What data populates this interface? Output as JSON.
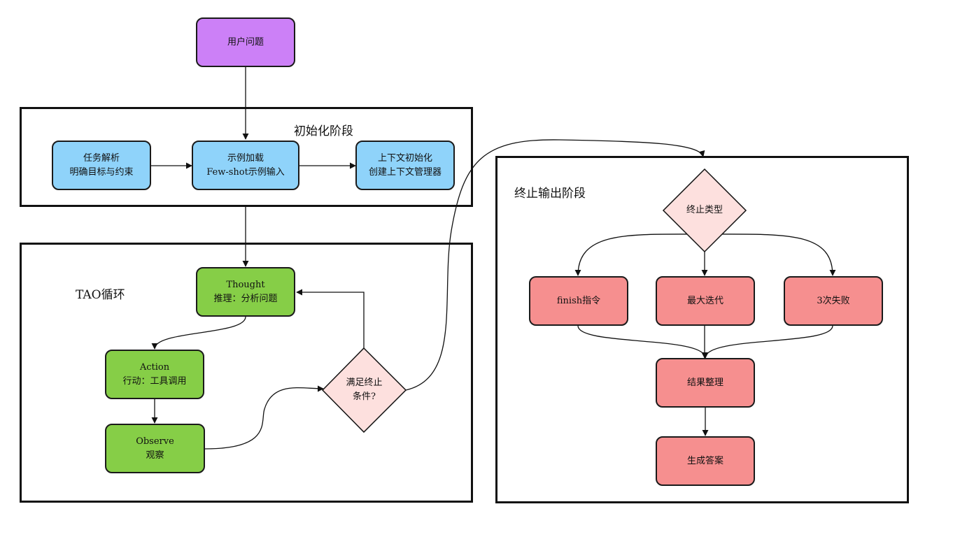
{
  "nodes": {
    "user_question": [
      "用户问题"
    ],
    "task_parse": [
      "任务解析",
      "明确目标与约束"
    ],
    "example_load": [
      "示例加载",
      "Few-shot示例输入"
    ],
    "context_init": [
      "上下文初始化",
      "创建上下文管理器"
    ],
    "thought": [
      "Thought",
      "推理：分析问题"
    ],
    "action": [
      "Action",
      "行动：工具调用"
    ],
    "observe": [
      "Observe",
      "观察"
    ],
    "terminate_check": [
      "满足终止",
      "条件?"
    ],
    "terminate_type": [
      "终止类型"
    ],
    "finish_cmd": [
      "finish指令"
    ],
    "max_iter": [
      "最大迭代"
    ],
    "three_fail": [
      "3次失败"
    ],
    "result_sort": [
      "结果整理"
    ],
    "gen_answer": [
      "生成答案"
    ]
  },
  "groups": {
    "init": "初始化阶段",
    "tao": "TAO循环",
    "terminate": "终止输出阶段"
  },
  "colors": {
    "purple": "#cc80f7",
    "blue": "#8fd3fa",
    "green": "#86ce47",
    "red": "#f68f8f",
    "diamond": "#fde0de"
  }
}
